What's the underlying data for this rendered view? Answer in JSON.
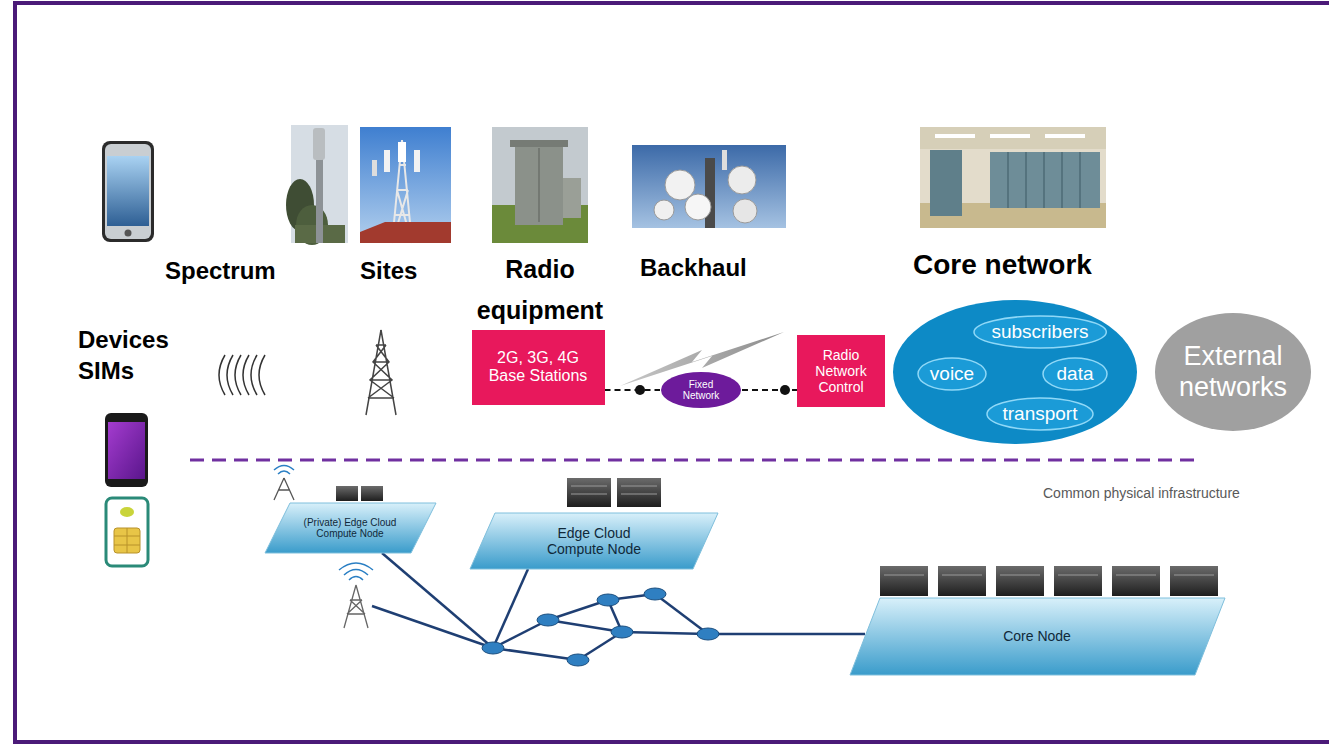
{
  "diagram": {
    "nodes": [
      {
        "text": [
          "2G, 3G, 4G Base Stations"
        ]
      },
      {
        "text": [
          "Fixed Network"
        ]
      },
      {
        "text": [
          "Radio Network Control"
        ]
      },
      {
        "text": [
          "subscribers"
        ]
      },
      {
        "text": [
          "voice"
        ]
      },
      {
        "text": [
          "data"
        ]
      },
      {
        "text": [
          "transport"
        ]
      },
      {
        "text": [
          "External networks"
        ]
      },
      {
        "text": [
          "(Private) Edge Cloud Compute Node"
        ]
      },
      {
        "text": [
          "Edge Cloud Compute Node"
        ]
      },
      {
        "text": [
          "Core Node"
        ]
      }
    ],
    "edges": [
      {
        "from": 0,
        "to": 1,
        "arrow": "none"
      },
      {
        "from": 1,
        "to": 2,
        "arrow": "none"
      }
    ],
    "labels": [
      "Devices SIMs",
      "Spectrum",
      "Sites",
      "Radio equipment",
      "Backhaul",
      "Core network",
      "Common physical infrastructure"
    ]
  }
}
